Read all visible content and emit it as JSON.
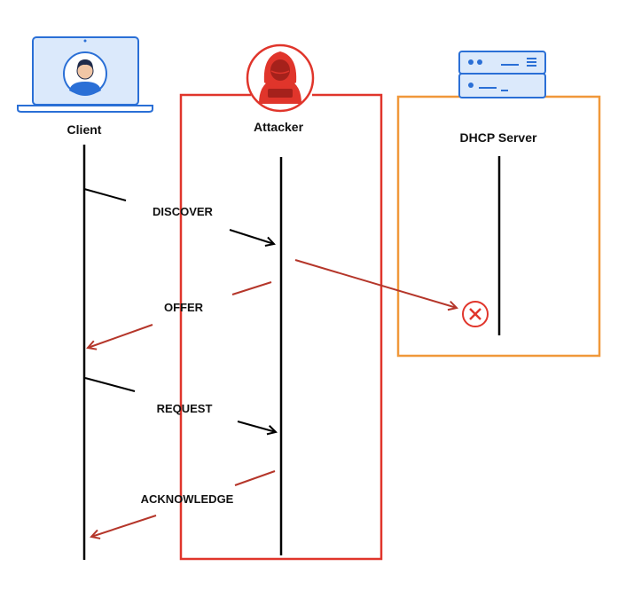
{
  "nodes": {
    "client": {
      "label": "Client",
      "icon": "laptop-user-icon"
    },
    "attacker": {
      "label": "Attacker",
      "icon": "hooded-attacker-icon"
    },
    "server": {
      "label": "DHCP Server",
      "icon": "server-rack-icon"
    }
  },
  "messages": [
    {
      "label": "DISCOVER",
      "from": "client",
      "to": "attacker",
      "color": "#000000"
    },
    {
      "label": "OFFER",
      "from": "attacker",
      "to": "client",
      "color": "#b5362a"
    },
    {
      "label": "REQUEST",
      "from": "client",
      "to": "attacker",
      "color": "#000000"
    },
    {
      "label": "ACKNOWLEDGE",
      "from": "attacker",
      "to": "client",
      "color": "#b5362a"
    }
  ],
  "blocked": {
    "icon": "blocked-x-icon",
    "from": "attacker",
    "to": "server"
  },
  "colors": {
    "attacker_box": "#e0352b",
    "server_box": "#f0983a",
    "client_icon": "#2a6fd6",
    "attacker_icon": "#e0352b",
    "server_icon": "#2a6fd6",
    "blocked_icon": "#e0352b",
    "lifeline": "#000000",
    "forged_reply": "#b5362a"
  }
}
